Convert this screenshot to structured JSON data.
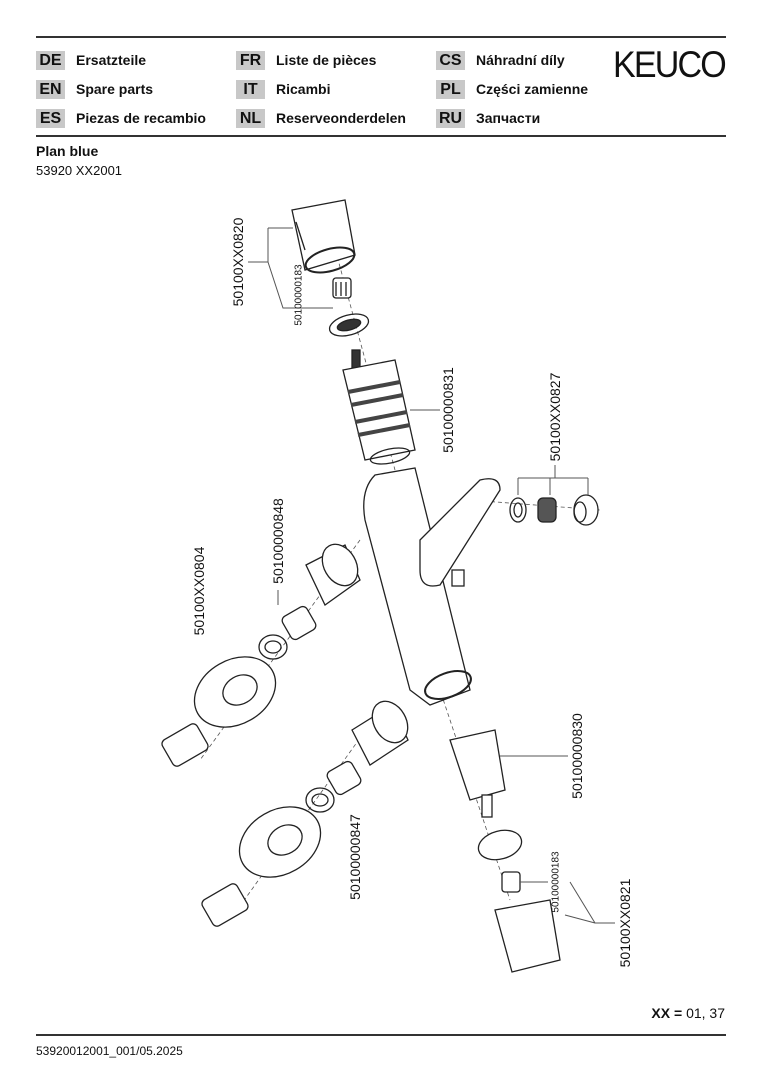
{
  "header": {
    "languages": [
      {
        "code": "DE",
        "label": "Ersatzteile"
      },
      {
        "code": "EN",
        "label": "Spare parts"
      },
      {
        "code": "ES",
        "label": "Piezas de recambio"
      },
      {
        "code": "FR",
        "label": "Liste de pièces"
      },
      {
        "code": "IT",
        "label": "Ricambi"
      },
      {
        "code": "NL",
        "label": "Reserveonderdelen"
      },
      {
        "code": "CS",
        "label": "Náhradní díly"
      },
      {
        "code": "PL",
        "label": "Części zamienne"
      },
      {
        "code": "RU",
        "label": "Запчасти"
      }
    ],
    "logo": "KEUCO"
  },
  "product": {
    "name": "Plan blue",
    "number": "53920 XX2001"
  },
  "parts": {
    "handle_top": "50100XX0820",
    "adapter_top": "50100000183",
    "cartridge_thermo": "50100000831",
    "aerator": "50100XX0827",
    "sleeve_right": "50100000848",
    "escutcheon": "50100XX0804",
    "cartridge_diverter": "50100000830",
    "sleeve_left": "50100000847",
    "adapter_bottom": "50100000183",
    "handle_bottom": "50100XX0821"
  },
  "legend": {
    "key": "XX =",
    "value": "01, 37"
  },
  "footer": {
    "doc_id": "53920012001_001/05.2025"
  }
}
